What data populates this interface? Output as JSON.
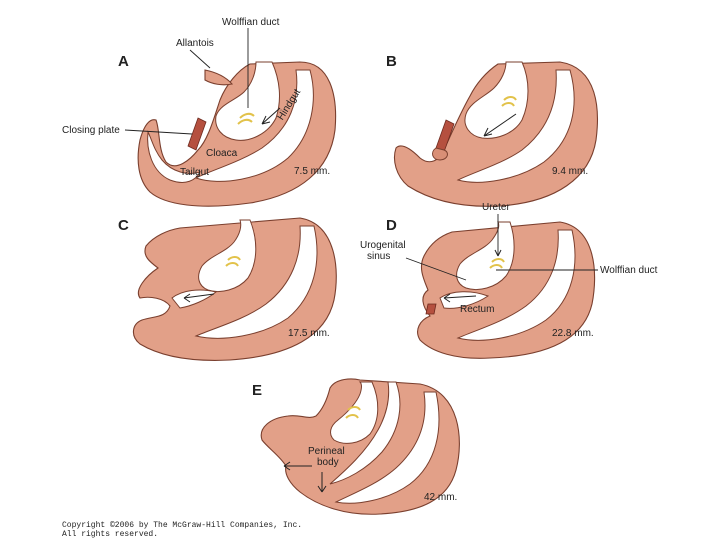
{
  "panels": [
    {
      "letter": "A",
      "size": "7.5 mm."
    },
    {
      "letter": "B",
      "size": "9.4 mm."
    },
    {
      "letter": "C",
      "size": "17.5 mm."
    },
    {
      "letter": "D",
      "size": "22.8 mm."
    },
    {
      "letter": "E",
      "size": "42 mm."
    }
  ],
  "labels": {
    "wolffian_duct_a": "Wolffian duct",
    "allantois": "Allantois",
    "hindgut": "Hindgut",
    "closing_plate": "Closing plate",
    "cloaca": "Cloaca",
    "tailgut": "Tailgut",
    "ureter": "Ureter",
    "urogenital_sinus_1": "Urogenital",
    "urogenital_sinus_2": "sinus",
    "wolffian_duct_d": "Wolffian duct",
    "rectum": "Rectum",
    "perineal_body_1": "Perineal",
    "perineal_body_2": "body"
  },
  "copyright": {
    "line1": "Copyright ©2006 by The McGraw-Hill Companies, Inc.",
    "line2": "All rights reserved."
  },
  "colors": {
    "tissue": "#e2a088",
    "outline": "#7a3f2e",
    "duct": "#e2c24a",
    "closing_plate": "#b5503f"
  }
}
